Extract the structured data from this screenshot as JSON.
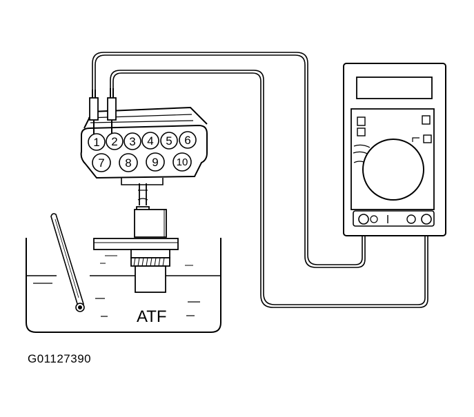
{
  "connector": {
    "pins_top": [
      "1",
      "2",
      "3",
      "4",
      "5",
      "6"
    ],
    "pins_bottom": [
      "7",
      "8",
      "9",
      "10"
    ]
  },
  "fluid": {
    "label": "ATF"
  },
  "figure": {
    "id": "G01127390"
  }
}
